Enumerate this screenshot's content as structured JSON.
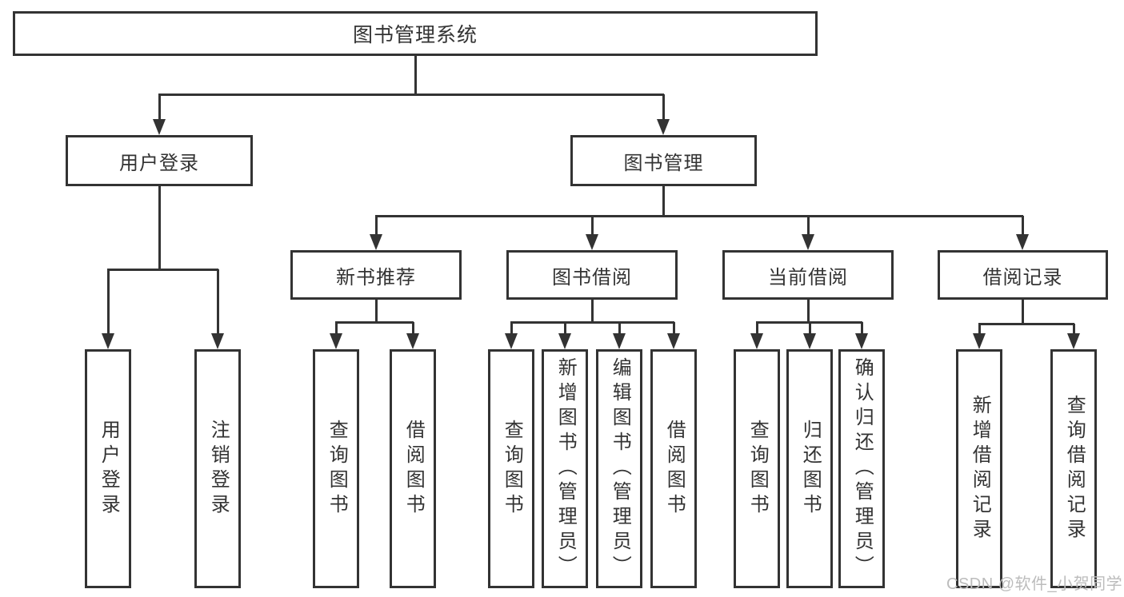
{
  "diagram": {
    "root": {
      "label": "图书管理系统"
    },
    "branches": [
      {
        "label": "用户登录",
        "children": [
          {
            "label": "用户登录"
          },
          {
            "label": "注销登录"
          }
        ]
      },
      {
        "label": "图书管理",
        "children": [
          {
            "label": "新书推荐",
            "children": [
              {
                "label": "查询图书"
              },
              {
                "label": "借阅图书"
              }
            ]
          },
          {
            "label": "图书借阅",
            "children": [
              {
                "label": "查询图书"
              },
              {
                "label": "新增图书（管理员）"
              },
              {
                "label": "编辑图书（管理员）"
              },
              {
                "label": "借阅图书"
              }
            ]
          },
          {
            "label": "当前借阅",
            "children": [
              {
                "label": "查询图书"
              },
              {
                "label": "归还图书"
              },
              {
                "label": "确认归还（管理员）"
              }
            ]
          },
          {
            "label": "借阅记录",
            "children": [
              {
                "label": "新增借阅记录"
              },
              {
                "label": "查询借阅记录"
              }
            ]
          }
        ]
      }
    ]
  },
  "watermark": {
    "text": "CSDN @软件_小贺同学"
  },
  "colors": {
    "line": "#333333",
    "box_bg": "#ffffff",
    "text": "#333333",
    "watermark": "#bcbcbc"
  }
}
